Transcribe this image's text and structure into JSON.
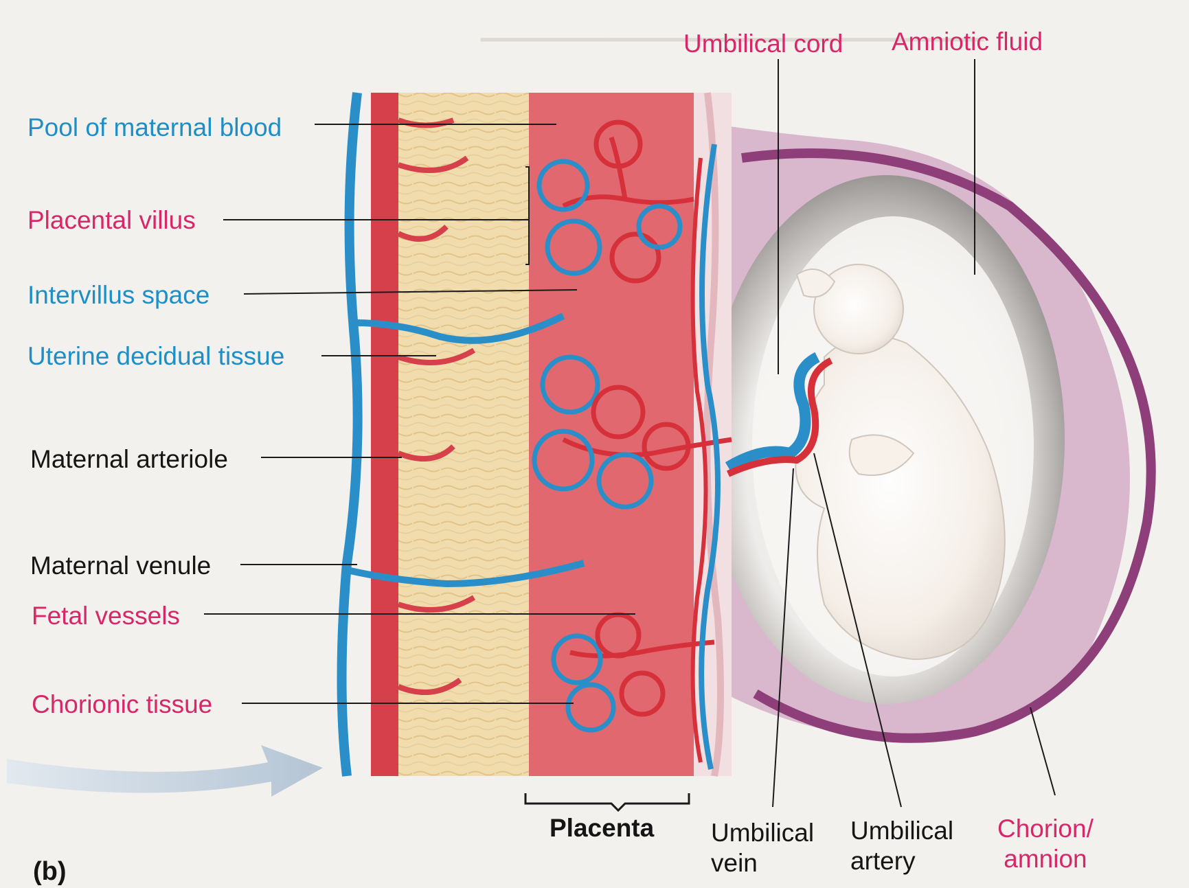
{
  "labels": {
    "pool_of_maternal_blood": "Pool of maternal blood",
    "placental_villus": "Placental villus",
    "intervillus_space": "Intervillus space",
    "uterine_decidual_tissue": "Uterine decidual tissue",
    "maternal_arteriole": "Maternal arteriole",
    "maternal_venule": "Maternal venule",
    "fetal_vessels": "Fetal vessels",
    "chorionic_tissue": "Chorionic tissue",
    "umbilical_cord": "Umbilical cord",
    "amniotic_fluid": "Amniotic fluid",
    "placenta": "Placenta",
    "umbilical_vein_line1": "Umbilical",
    "umbilical_vein_line2": "vein",
    "umbilical_artery_line1": "Umbilical",
    "umbilical_artery_line2": "artery",
    "chorion_line1": "Chorion/",
    "chorion_line2": "amnion",
    "panel_id": "(b)"
  },
  "colors": {
    "maternal_label": "#1d8fc6",
    "fetal_label": "#d72769",
    "neutral_label": "#151515",
    "blood_pool": "#e0646d",
    "artery_red": "#d6303a",
    "vein_blue": "#2a8fc8",
    "decidua": "#f0d9a8",
    "chorion": "#9e4d86",
    "amniotic_gray": "#8e8c8a",
    "fetus": "#f6efe8"
  }
}
